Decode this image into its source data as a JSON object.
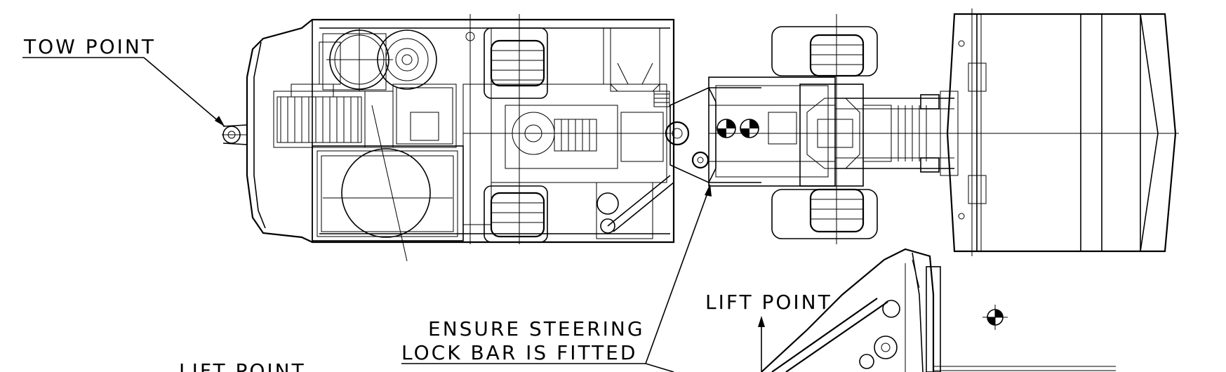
{
  "labels": {
    "tow_point": "TOW POINT",
    "lift_point_right": "LIFT POINT",
    "steering_note_line1": "ENSURE STEERING",
    "steering_note_line2": "LOCK BAR IS FITTED",
    "lift_point_left": "LIFT POINT"
  }
}
